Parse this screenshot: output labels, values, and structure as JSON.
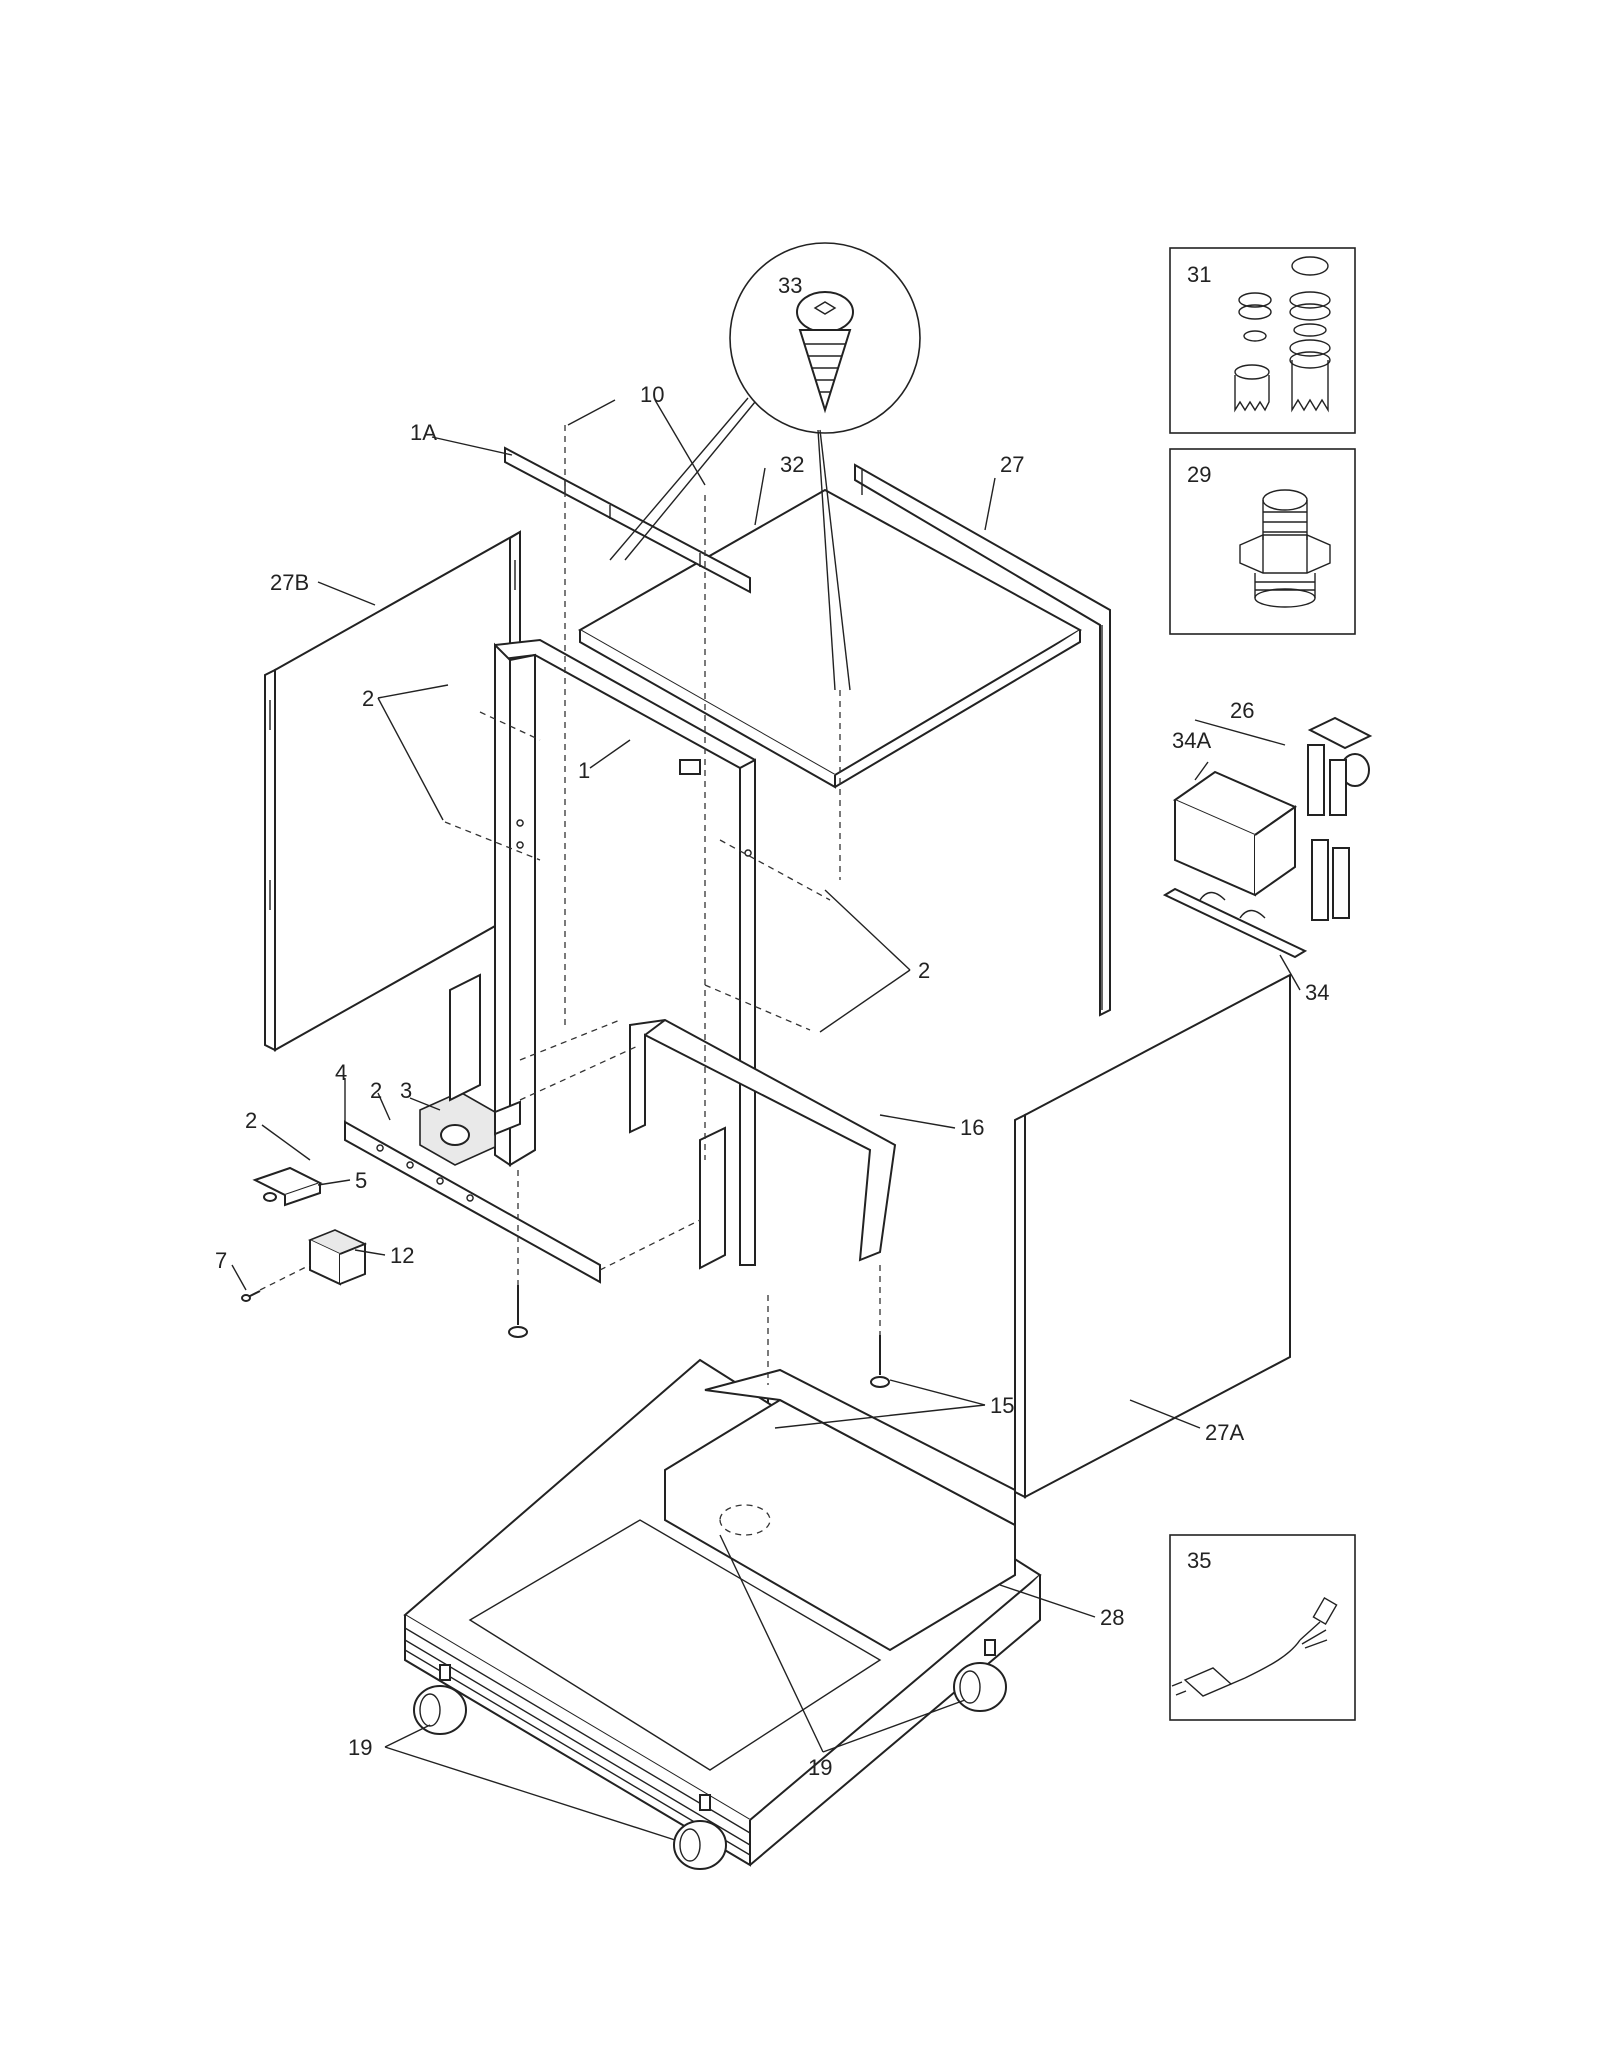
{
  "callouts": {
    "c1A": "1A",
    "c10": "10",
    "c32": "32",
    "c33": "33",
    "c27": "27",
    "c27B": "27B",
    "c2_upper": "2",
    "c1": "1",
    "c2_right": "2",
    "c3": "3",
    "c4": "4",
    "c2_mid": "2",
    "c2_left": "2",
    "c5": "5",
    "c7": "7",
    "c12": "12",
    "c16": "16",
    "c15": "15",
    "c26": "26",
    "c34A": "34A",
    "c34": "34",
    "c27A": "27A",
    "c28": "28",
    "c19_left": "19",
    "c19_mid": "19",
    "c31": "31",
    "c29": "29",
    "c35": "35"
  }
}
